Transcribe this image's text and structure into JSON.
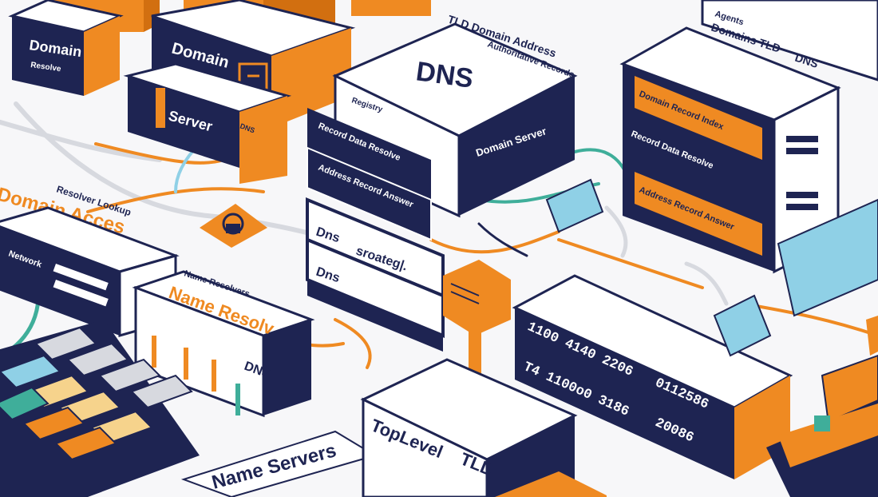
{
  "colors": {
    "navy": "#1e2452",
    "orange": "#ef8a22",
    "teal": "#3fae9a",
    "light_blue": "#8fd0e6",
    "white": "#ffffff",
    "grey": "#d7d9df"
  },
  "labels": {
    "dns_main": "DNS",
    "domain_top_left": "Domain",
    "domain_top_left_sub": "Resolve",
    "domain_center": "Domain",
    "server_center": "Server",
    "domain_access": "Domain Acces",
    "name_resolver": "Name Resolv",
    "name_servers": "Name Servers",
    "top_level": "TopLevel",
    "tld": "TLD",
    "domain_server": "Domain Server",
    "dns_strategy": "Dns",
    "strategy": "sroateg|.",
    "dns_small": "Dns",
    "dns_right_panel": "DNS",
    "domains_tld": "Domains TLD",
    "agents": "Agents",
    "dns_small_orange": "DNS",
    "server_label_orange": "DNS",
    "tld_domain_address": "TLD Domain Address",
    "auth_records": "Authoritative Records",
    "registry_text": "Registry",
    "glyph_text_a": "Record Data Resolve",
    "glyph_text_b": "Address Record Answer",
    "glyph_text_c": "Domain Record Index",
    "glyph_text_d": "Network",
    "number_1": "1100 4140 2206",
    "number_2": "0112586",
    "number_3": "T4 1100o0 3186",
    "number_4": "20086",
    "name_resolvers_header": "Name Resolvers",
    "resolve_text": "Resolver Lookup"
  }
}
